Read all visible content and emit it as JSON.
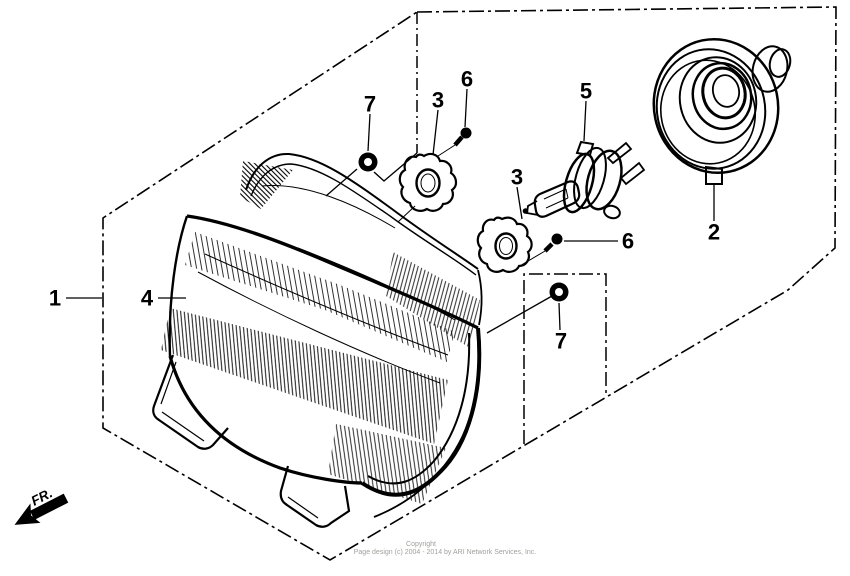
{
  "diagram": {
    "background": "#ffffff",
    "line_color": "#000000",
    "callouts": [
      {
        "label": "1",
        "part": "headlight assembly"
      },
      {
        "label": "4",
        "part": "headlight unit"
      },
      {
        "label": "7",
        "part": "mounting washer upper"
      },
      {
        "label": "3",
        "part": "bulb retainer upper"
      },
      {
        "label": "6",
        "part": "screw upper"
      },
      {
        "label": "3",
        "part": "bulb retainer lower"
      },
      {
        "label": "5",
        "part": "halogen bulb"
      },
      {
        "label": "6",
        "part": "screw lower"
      },
      {
        "label": "2",
        "part": "socket dust cover"
      },
      {
        "label": "7",
        "part": "mounting washer lower"
      }
    ],
    "fr_arrow_label": "FR.",
    "copyright": {
      "line1": "Copyright",
      "line2": "Page design (c) 2004 - 2014 by ARI Network Services, Inc.",
      "color": "#a0a09c"
    }
  }
}
